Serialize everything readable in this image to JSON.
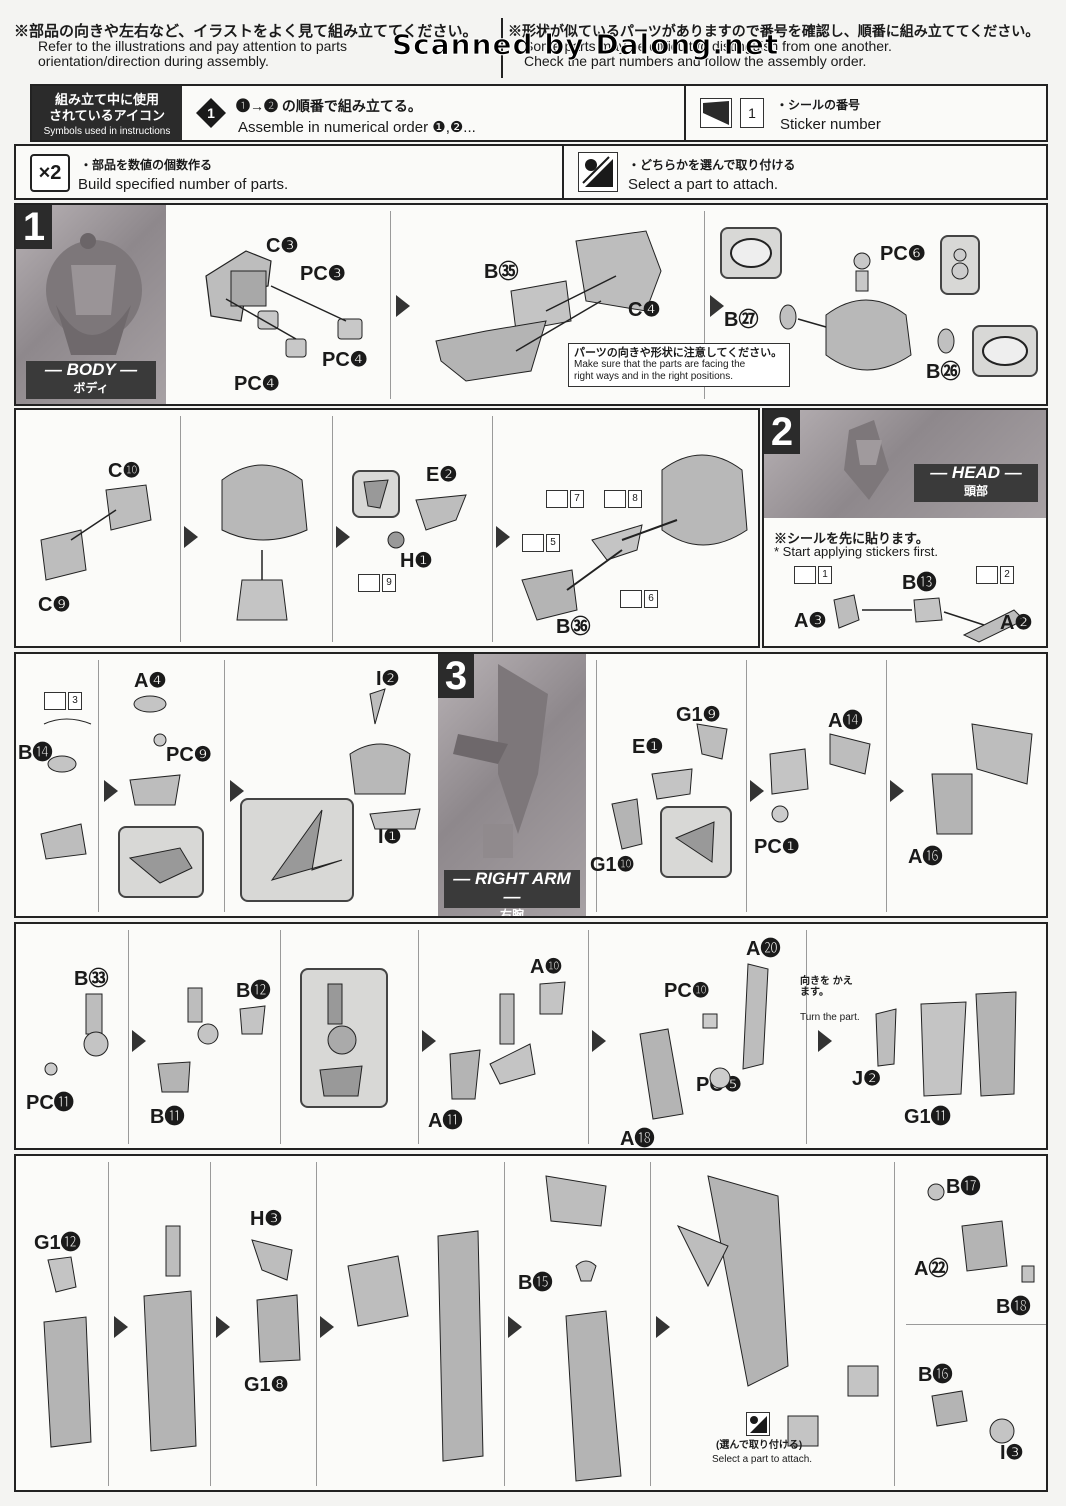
{
  "header": {
    "left_jp": "※部品の向きや左右など、イラストをよく見て組み立ててください。",
    "left_en_1": "Refer to the illustrations and pay attention to parts",
    "left_en_2": "orientation/direction during assembly.",
    "right_jp": "※形状が似ているパーツがありますので番号を確認し、順番に組み立ててください。",
    "right_en_1": "Some parts may be difficult to distinguish from one another.",
    "right_en_2": "Check the part numbers and follow the assembly order.",
    "watermark": "Scanned by Dalong.net"
  },
  "symbols": {
    "title_jp_1": "組み立て中に使用",
    "title_jp_2": "されているアイコン",
    "title_en": "Symbols used in instructions",
    "order_jp": "❶→❷ の順番で組み立てる。",
    "order_en": "Assemble in numerical order ❶,❷...",
    "sticker_no": "1",
    "sticker_jp": "・シールの番号",
    "sticker_en": "Sticker number",
    "multiply_icon": "×2",
    "multiply_jp": "・部品を数値の個数作る",
    "multiply_en": "Build specified number of parts.",
    "select_jp": "・どちらかを選んで取り付ける",
    "select_en": "Select a part to attach."
  },
  "step1": {
    "number": "1",
    "banner_en": "— BODY —",
    "banner_jp": "ボディ",
    "labels": [
      "C❸",
      "PC❸",
      "PC❹",
      "PC❹",
      "B㉟",
      "C❹",
      "PC❻",
      "B㉗",
      "B㉖"
    ],
    "note_jp": "パーツの向きや形状に注意してください。",
    "note_en_1": "Make sure that the parts are facing the",
    "note_en_2": "right ways and in the right positions.",
    "row2_labels": [
      "C❿",
      "C❾",
      "E❷",
      "H❶",
      "B㊱"
    ],
    "stickers": [
      "9",
      "7",
      "8",
      "5",
      "6"
    ]
  },
  "step2": {
    "number": "2",
    "banner_en": "— HEAD —",
    "banner_jp": "頭部",
    "note_jp": "※シールを先に貼ります。",
    "note_en": "* Start applying stickers first.",
    "labels": [
      "B⓭",
      "A❸",
      "A❷"
    ],
    "stickers": [
      "1",
      "2"
    ],
    "row3_labels": [
      "B⓮",
      "A❹",
      "PC❾",
      "I❷",
      "I❶"
    ],
    "row3_stickers": [
      "3"
    ]
  },
  "step3": {
    "number": "3",
    "banner_en": "— RIGHT ARM —",
    "banner_jp": "右腕",
    "labels": [
      "G1❾",
      "E❶",
      "G1❿",
      "A⓮",
      "PC❶",
      "A⓰"
    ],
    "row4_labels": [
      "B㉝",
      "PC⓫",
      "B⓬",
      "B⓫",
      "A❿",
      "A⓫",
      "A⓴",
      "PC❿",
      "PC❺",
      "A⓲",
      "J❷",
      "G1⓫"
    ],
    "turn_jp": "向きを かえます。",
    "turn_en": "Turn the part.",
    "row5_labels": [
      "G1⓬",
      "H❸",
      "G1❽",
      "B⓯",
      "B⓱",
      "A㉒",
      "B⓲",
      "B⓰",
      "I❸"
    ],
    "select_jp": "(選んで取り付ける)",
    "select_en": "Select a part to attach."
  },
  "icons": [
    "step-order-icon",
    "sticker-icon",
    "multiply-icon",
    "select-icon",
    "arrow-right-icon"
  ]
}
